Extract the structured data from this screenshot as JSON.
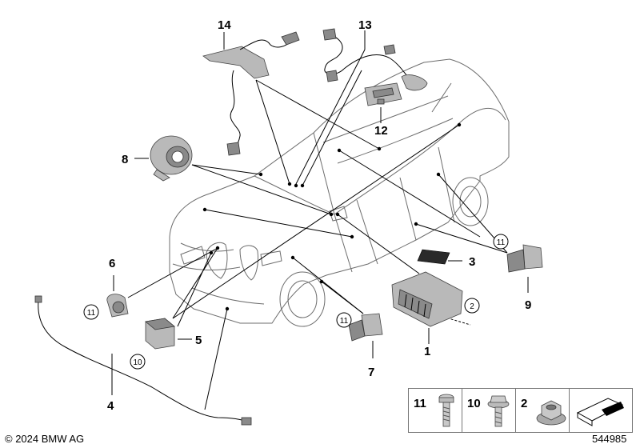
{
  "copyright": "© 2024 BMW AG",
  "diagram_id": "544985",
  "labels": {
    "l1": "1",
    "l2": "2",
    "l3": "3",
    "l4": "4",
    "l5": "5",
    "l6": "6",
    "l7": "7",
    "l8": "8",
    "l9": "9",
    "l11": "11",
    "l12": "12",
    "l13": "13",
    "l14": "14",
    "c2": "2",
    "c10": "10",
    "c11a": "11",
    "c11b": "11",
    "c11c": "11"
  },
  "legend": [
    {
      "number": "11",
      "icon": "torx-bolt-icon"
    },
    {
      "number": "10",
      "icon": "hex-flange-bolt-icon"
    },
    {
      "number": "2",
      "icon": "hex-flange-nut-icon"
    },
    {
      "icon": "arrow-pointer-icon"
    }
  ]
}
